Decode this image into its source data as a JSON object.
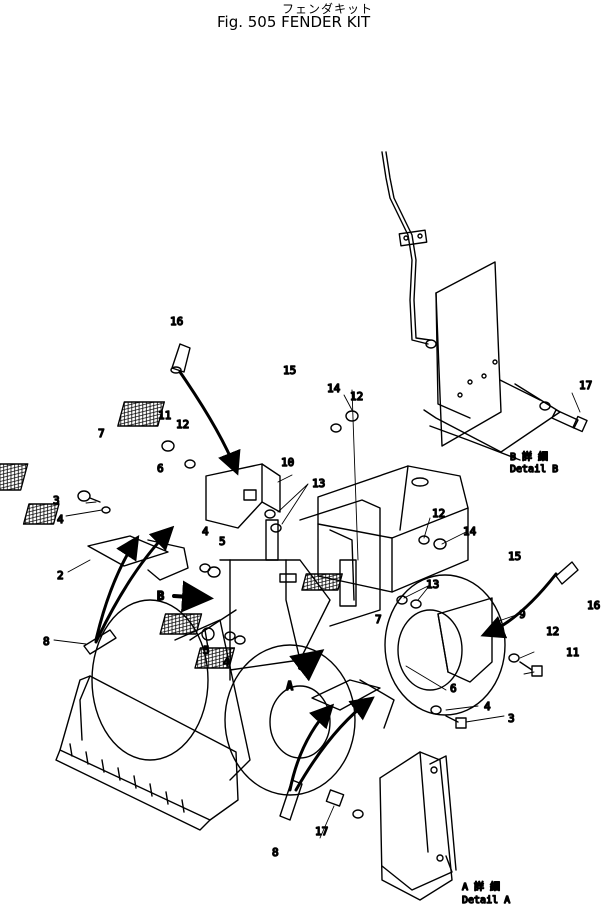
{
  "header": {
    "japanese_title": "フェンダキット",
    "title": "Fig. 505  FENDER  KIT"
  },
  "details": {
    "b_jp": "B 詳 細",
    "b_en": "Detail B",
    "a_jp": "A 詳 細",
    "a_en": "Detail A"
  },
  "views": {
    "a": "A",
    "b": "B"
  },
  "callouts": {
    "c16_top": "16",
    "c15_top": "15",
    "c14_top": "14",
    "c12_top": "12",
    "c11_left": "11",
    "c12_left": "12",
    "c10": "10",
    "c7_left": "7",
    "c6_left": "6",
    "c13_mid": "13",
    "c3_left": "3",
    "c4_left": "4",
    "c2": "2",
    "c4_mid": "4",
    "c5_mid": "5",
    "c8_left": "8",
    "c5_low": "5",
    "c4_low": "4",
    "c12_right": "12",
    "c14_right": "14",
    "c15_right": "15",
    "c16_right": "16",
    "c13_right": "13",
    "c9": "9",
    "c7_center": "7",
    "c12_far": "12",
    "c11_far": "11",
    "c6_center": "6",
    "c4_bottom": "4",
    "c3_bottom": "3",
    "c17_b": "17",
    "c17_a": "17",
    "c8_bottom": "8"
  }
}
